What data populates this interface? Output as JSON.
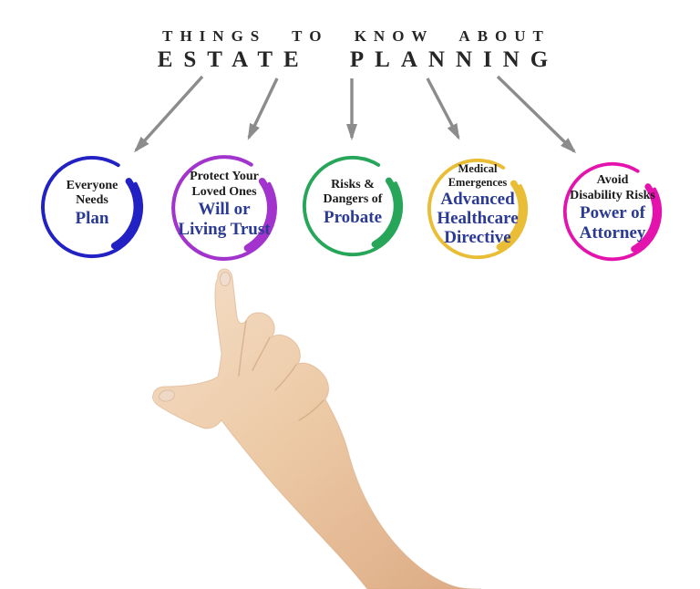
{
  "title": {
    "line1": "THINGS TO KNOW ABOUT",
    "line2": "ESTATE PLANNING"
  },
  "topics": [
    {
      "name": "plan",
      "ring_color": "#2121c4",
      "topic_lines": [
        "Everyone",
        "Needs"
      ],
      "highlight_lines": [
        "Plan"
      ]
    },
    {
      "name": "will-or-living-trust",
      "ring_color": "#a233cc",
      "topic_lines": [
        "Protect Your",
        "Loved Ones"
      ],
      "highlight_lines": [
        "Will or",
        "Living Trust"
      ]
    },
    {
      "name": "probate",
      "ring_color": "#27a65a",
      "topic_lines": [
        "Risks &",
        "Dangers of"
      ],
      "highlight_lines": [
        "Probate"
      ]
    },
    {
      "name": "advanced-healthcare-directive",
      "ring_color": "#e9bd35",
      "topic_lines": [
        "Medical",
        "Emergences"
      ],
      "highlight_lines": [
        "Advanced",
        "Healthcare",
        "Directive"
      ]
    },
    {
      "name": "power-of-attorney",
      "ring_color": "#e513ad",
      "topic_lines": [
        "Avoid",
        "Disability Risks"
      ],
      "highlight_lines": [
        "Power of",
        "Attorney"
      ]
    }
  ],
  "colors": {
    "background": "#ffffff",
    "arrow": "#8c8c8c",
    "title_text": "#262626",
    "topic_text": "#1b1b1b",
    "highlight_text": "#2b3a94",
    "skin_light": "#f3dbc2",
    "skin_mid": "#ecc9a5",
    "skin_dark": "#dcab84"
  }
}
